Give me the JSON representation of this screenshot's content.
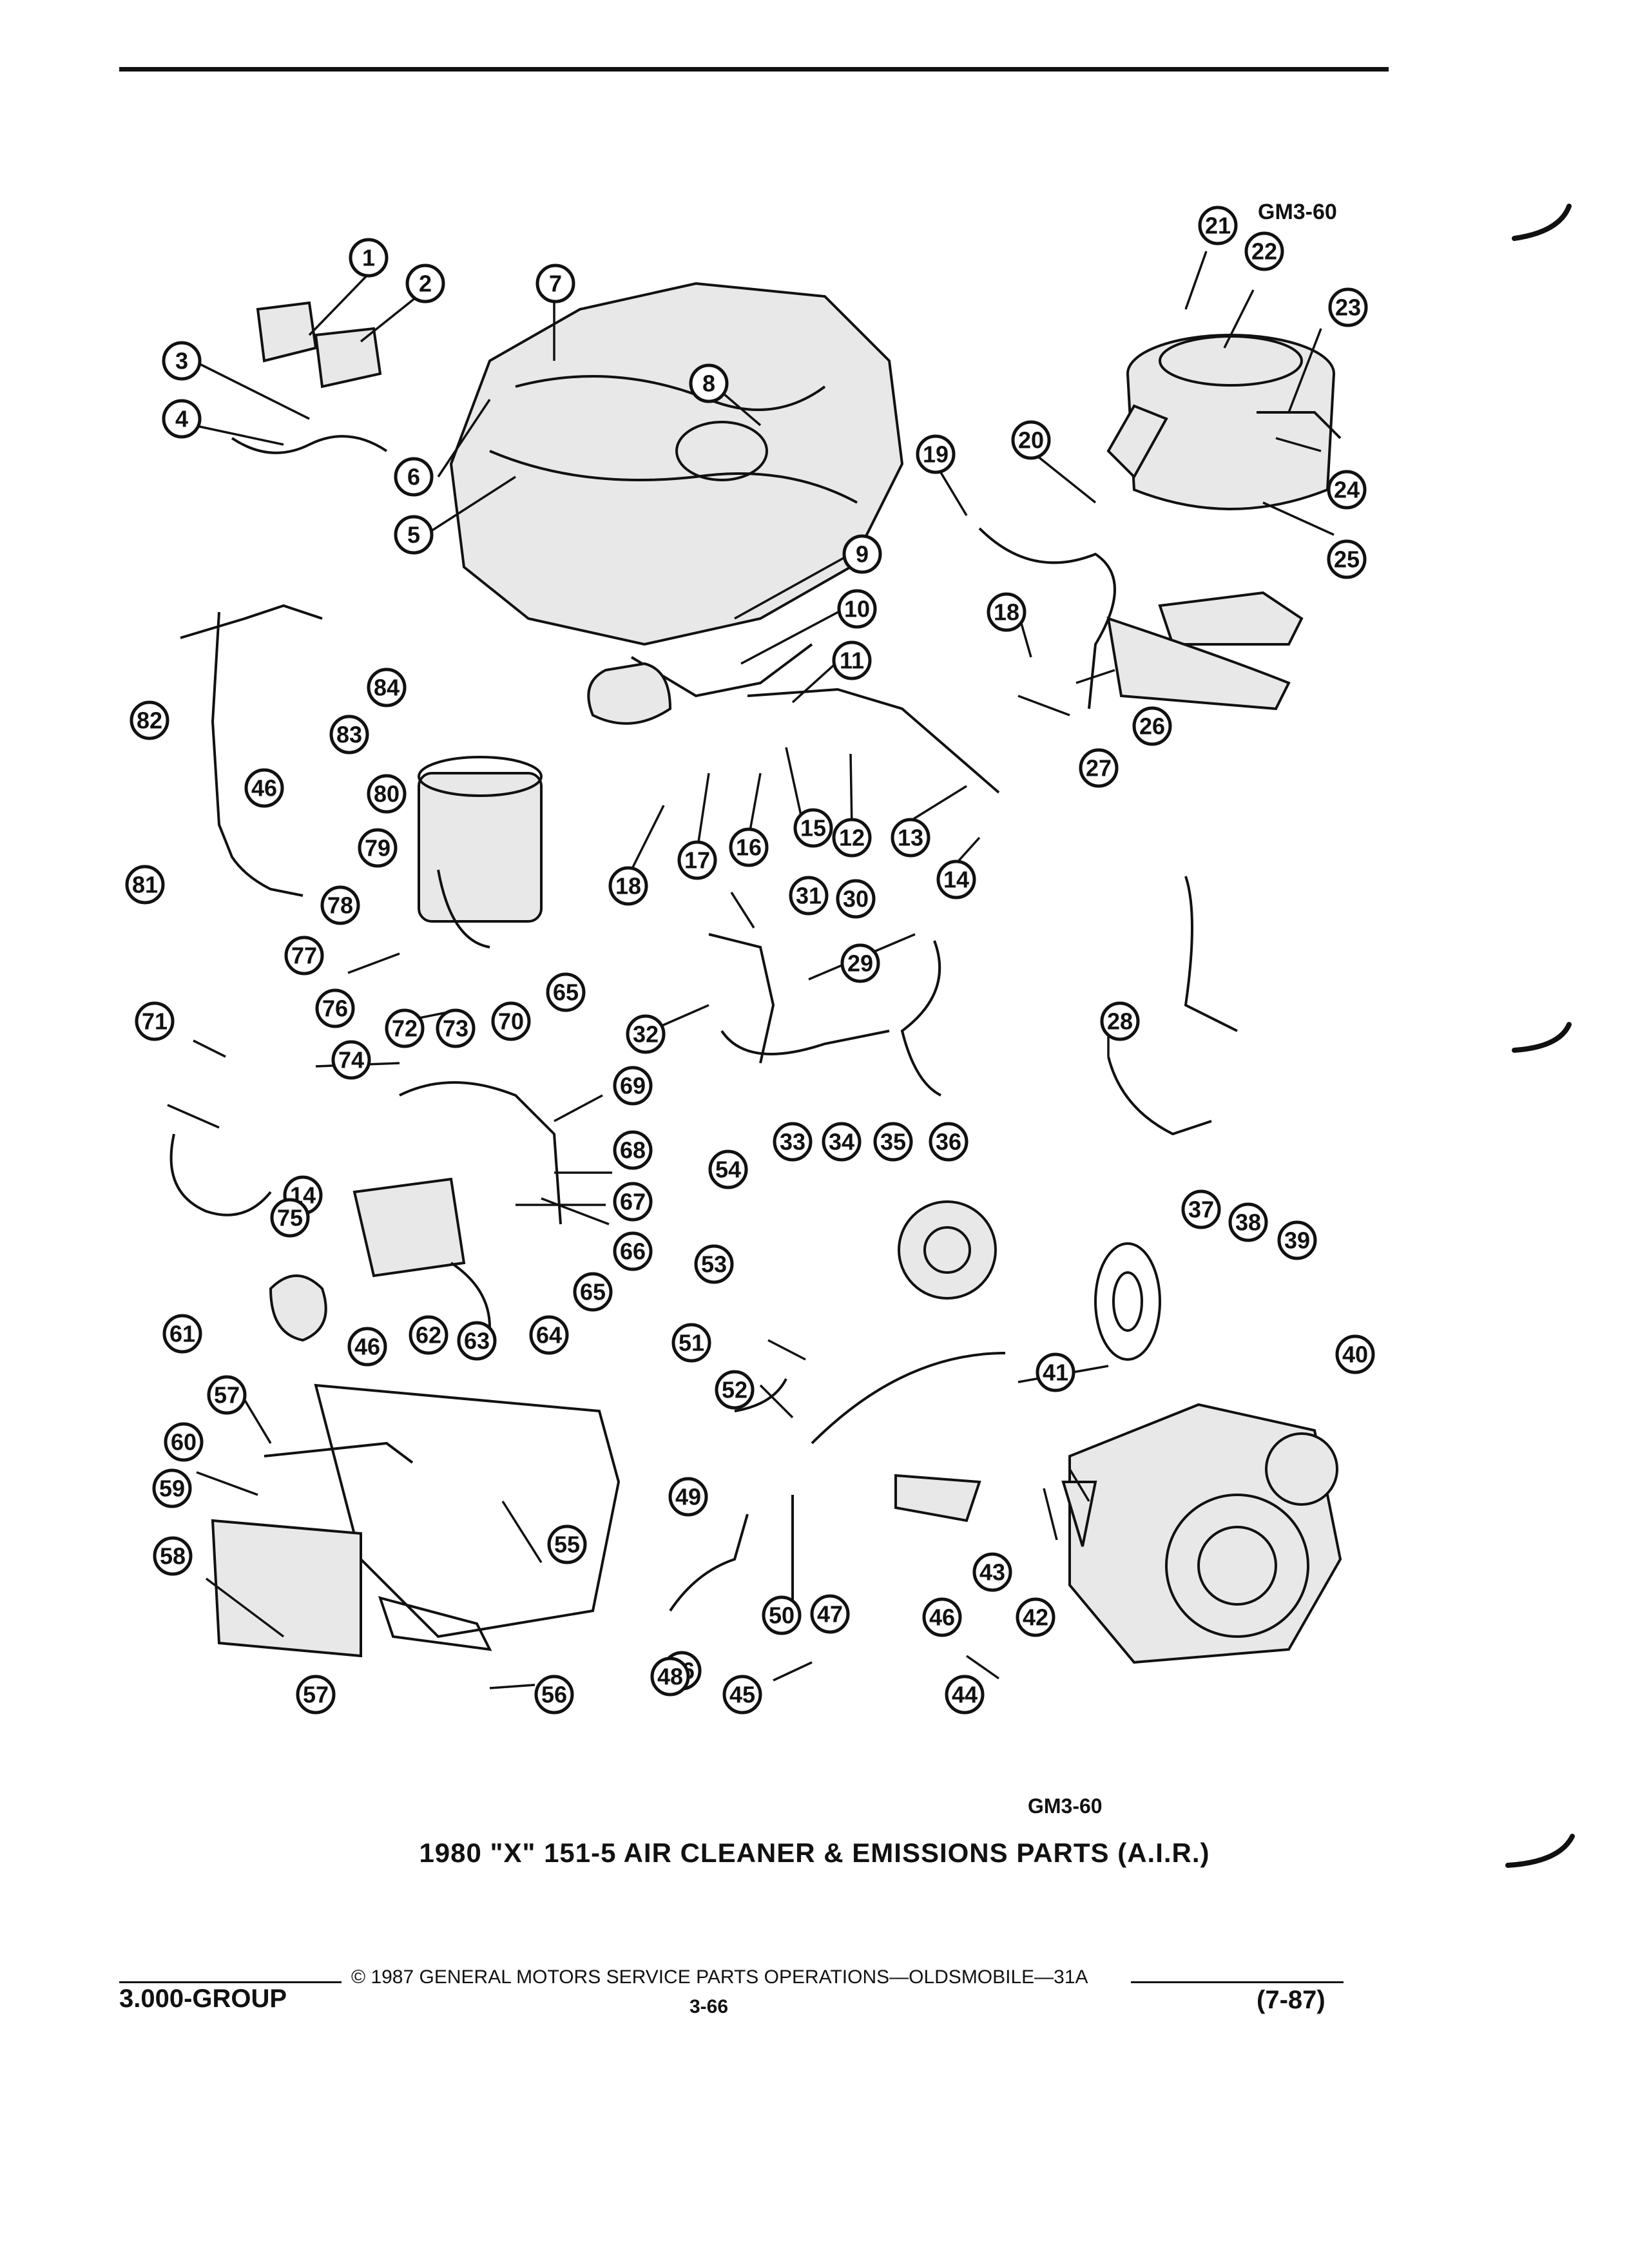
{
  "header": {
    "diagram_code_top": "GM3-60"
  },
  "diagram": {
    "callouts": [
      "1",
      "2",
      "3",
      "4",
      "5",
      "6",
      "7",
      "8",
      "9",
      "10",
      "11",
      "12",
      "13",
      "14",
      "15",
      "16",
      "17",
      "18",
      "18",
      "19",
      "20",
      "21",
      "22",
      "23",
      "24",
      "25",
      "26",
      "27",
      "28",
      "29",
      "30",
      "31",
      "32",
      "33",
      "34",
      "35",
      "36",
      "37",
      "38",
      "39",
      "40",
      "41",
      "42",
      "43",
      "44",
      "45",
      "46",
      "46",
      "46",
      "47",
      "48",
      "49",
      "50",
      "51",
      "52",
      "53",
      "54",
      "55",
      "56",
      "57",
      "57",
      "58",
      "59",
      "60",
      "61",
      "62",
      "63",
      "64",
      "65",
      "65",
      "66",
      "67",
      "68",
      "69",
      "70",
      "71",
      "72",
      "73",
      "74",
      "14",
      "75",
      "76",
      "77",
      "78",
      "79",
      "80",
      "81",
      "82",
      "46",
      "83",
      "84"
    ]
  },
  "caption": {
    "diagram_code": "GM3-60",
    "title": "1980 \"X\" 151-5 AIR CLEANER & EMISSIONS PARTS (A.I.R.)"
  },
  "footer": {
    "copyright": "© 1987 GENERAL MOTORS SERVICE PARTS OPERATIONS—OLDSMOBILE—31A",
    "group": "3.000-GROUP",
    "page": "3-66",
    "date": "(7-87)"
  }
}
